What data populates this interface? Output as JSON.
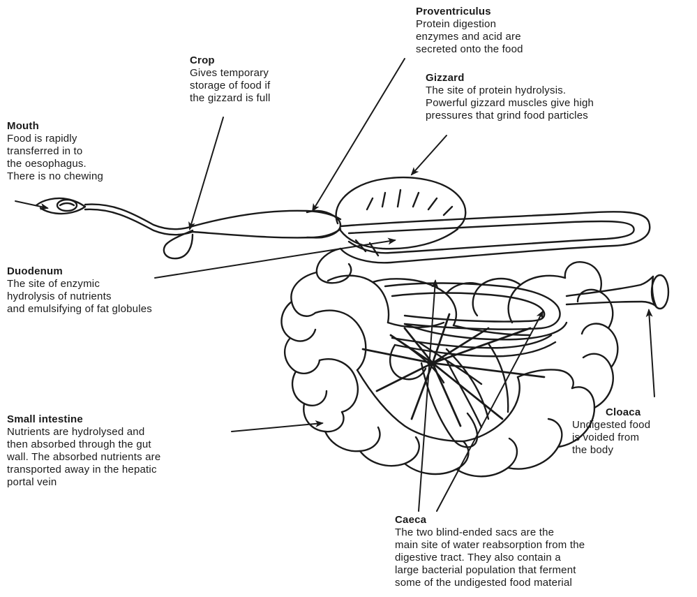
{
  "labels": {
    "proventriculus": {
      "title": "Proventriculus",
      "desc": "Protein digestion\nenzymes and acid are\nsecreted onto the food"
    },
    "crop": {
      "title": "Crop",
      "desc": "Gives temporary\nstorage of food if\nthe gizzard is full"
    },
    "gizzard": {
      "title": "Gizzard",
      "desc": "The site of protein hydrolysis.\nPowerful gizzard muscles give high\npressures that grind food particles"
    },
    "mouth": {
      "title": "Mouth",
      "desc": "Food is rapidly\ntransferred in to\nthe oesophagus.\nThere is no chewing"
    },
    "duodenum": {
      "title": "Duodenum",
      "desc": "The site of enzymic\nhydrolysis of nutrients\nand emulsifying of fat globules"
    },
    "small_intestine": {
      "title": "Small intestine",
      "desc": "Nutrients are hydrolysed and\nthen absorbed through the gut\nwall.  The absorbed nutrients are\ntransported away in the hepatic\nportal vein"
    },
    "cloaca": {
      "title": "Cloaca",
      "desc": "Undigested food\nis voided from\nthe body"
    },
    "caeca": {
      "title": "Caeca",
      "desc": "The two blind-ended sacs are the\nmain site of water reabsorption from the\ndigestive tract.  They also contain a\nlarge bacterial population that ferment\nsome of the undigested food material"
    }
  },
  "colors": {
    "ink": "#1a1a1a",
    "background": "#ffffff"
  }
}
